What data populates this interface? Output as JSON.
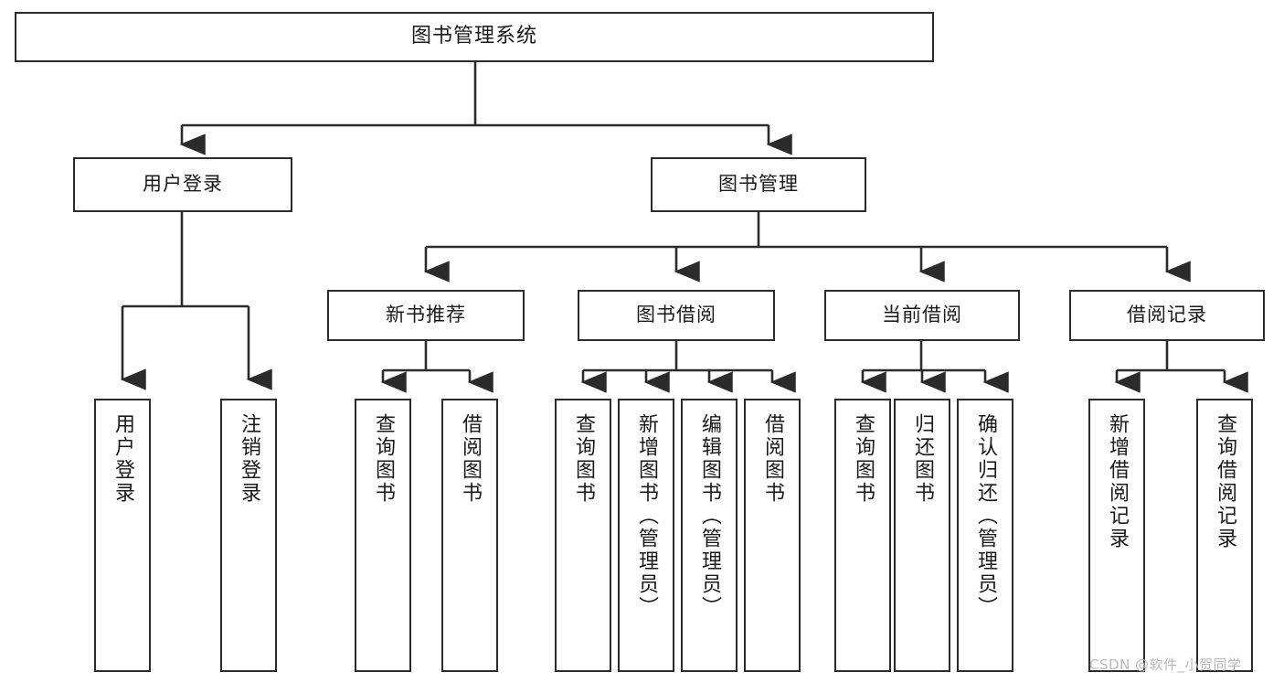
{
  "diagram": {
    "title": "图书管理系统",
    "type": "tree-hierarchy-chart",
    "orientation": "top-down",
    "colors": {
      "node_border": "#2b2b2b",
      "node_fill": "#ffffff",
      "edge": "#2b2b2b",
      "text": "#1a1a1a",
      "watermark": "#b9b9b9",
      "background": "#ffffff"
    }
  },
  "root": {
    "label": "图书管理系统"
  },
  "level2": [
    {
      "id": "user-login",
      "label": "用户登录"
    },
    {
      "id": "book-manage",
      "label": "图书管理"
    }
  ],
  "level3": [
    {
      "id": "new-book-recommend",
      "label": "新书推荐",
      "parent": "book-manage"
    },
    {
      "id": "book-borrow",
      "label": "图书借阅",
      "parent": "book-manage"
    },
    {
      "id": "current-borrow",
      "label": "当前借阅",
      "parent": "book-manage"
    },
    {
      "id": "borrow-record",
      "label": "借阅记录",
      "parent": "book-manage"
    }
  ],
  "leaves": {
    "user_login": [
      {
        "id": "leaf-user-login",
        "label": "用户登录"
      },
      {
        "id": "leaf-logout-login",
        "label": "注销登录"
      }
    ],
    "new_book_recommend": [
      {
        "id": "leaf-query-book-1",
        "label": "查询图书"
      },
      {
        "id": "leaf-borrow-book-1",
        "label": "借阅图书"
      }
    ],
    "book_borrow": [
      {
        "id": "leaf-query-book-2",
        "label": "查询图书"
      },
      {
        "id": "leaf-add-book",
        "label": "新增图书（管理员）"
      },
      {
        "id": "leaf-edit-book",
        "label": "编辑图书（管理员）"
      },
      {
        "id": "leaf-borrow-book-2",
        "label": "借阅图书"
      }
    ],
    "current_borrow": [
      {
        "id": "leaf-query-book-3",
        "label": "查询图书"
      },
      {
        "id": "leaf-return-book",
        "label": "归还图书"
      },
      {
        "id": "leaf-confirm-return",
        "label": "确认归还（管理员）"
      }
    ],
    "borrow_record": [
      {
        "id": "leaf-add-borrow-record",
        "label": "新增借阅记录"
      },
      {
        "id": "leaf-query-borrow-record",
        "label": "查询借阅记录"
      }
    ]
  },
  "watermark": {
    "text": "CSDN @软件_小贺同学"
  }
}
